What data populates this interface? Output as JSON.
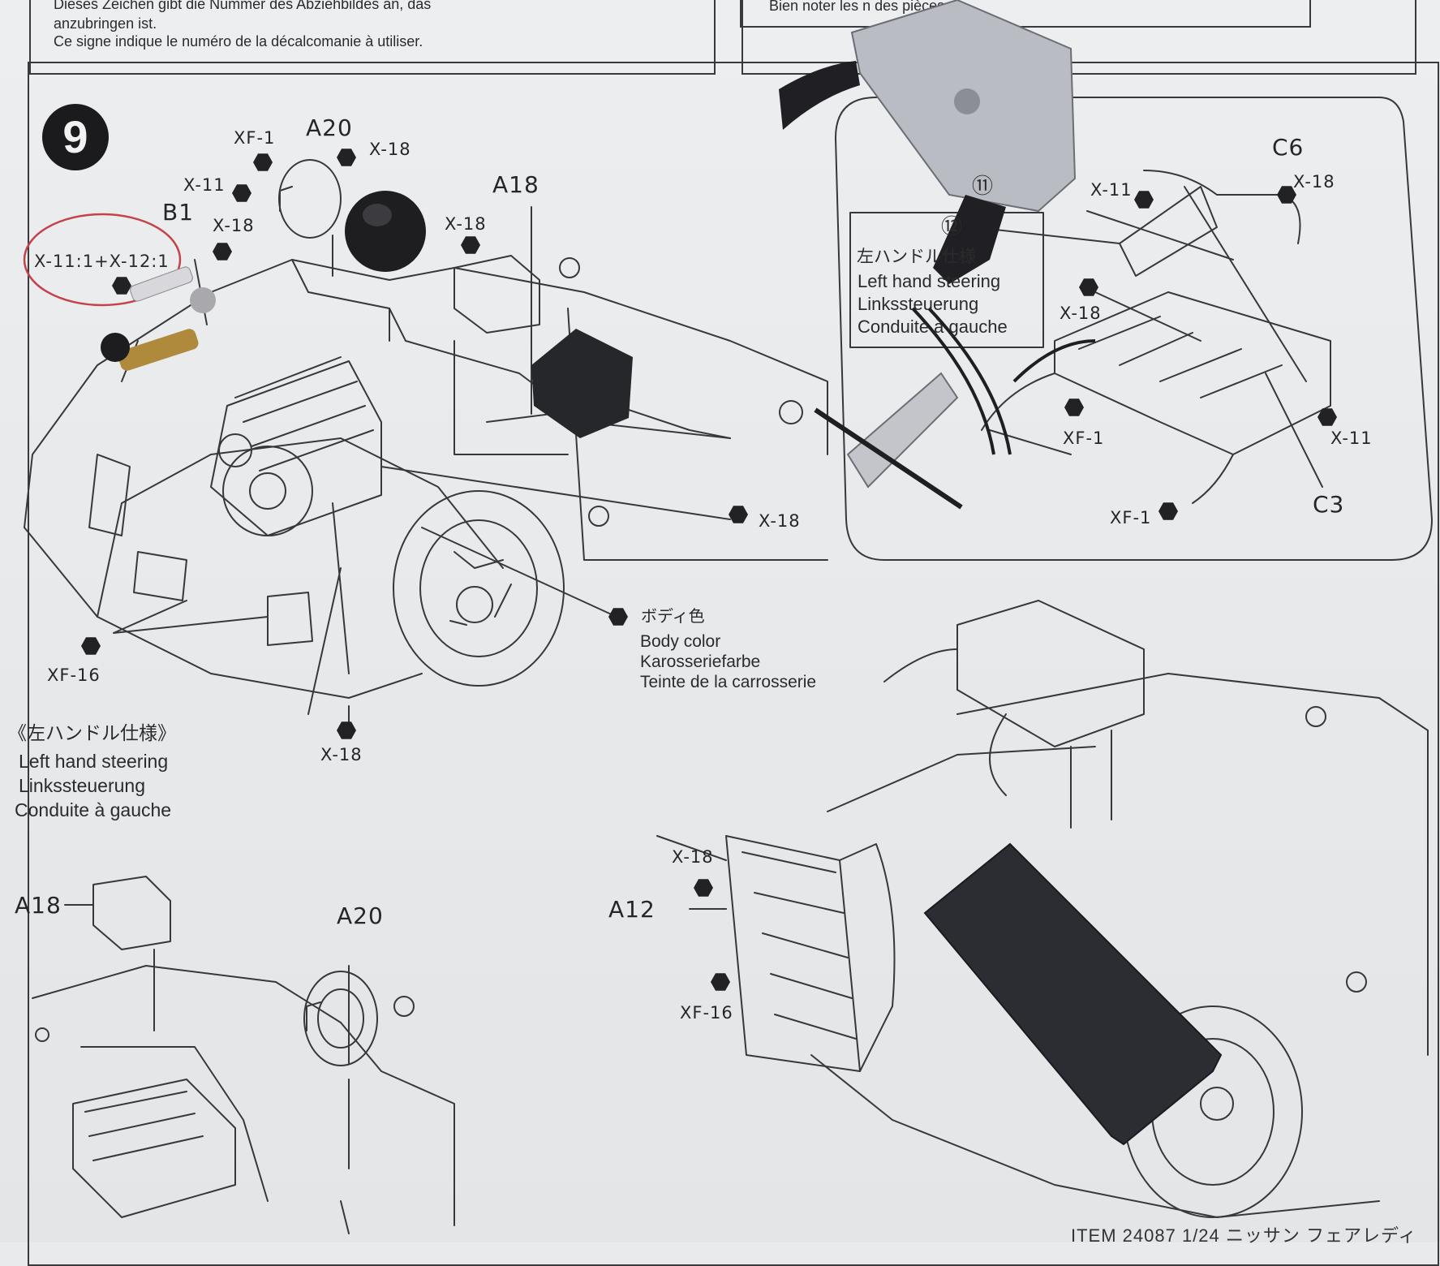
{
  "header": {
    "left_lines": [
      "Dieses Zeichen gibt die Nummer des Abziehbildes an, das",
      "anzubringen ist.",
      "Ce signe indique le numéro de la décalcomanie à utiliser."
    ],
    "right_line": "Bien noter les n   des pièces."
  },
  "step": {
    "number": "9",
    "handwritten_note": "X-11:1+X-12:1"
  },
  "main_labels": {
    "b1": "B1",
    "a20": "A20",
    "a18": "A18",
    "xf1_top": "XF-1",
    "x18_top": "X-18",
    "x11_left": "X-11",
    "x18_b1": "X-18",
    "x18_a18": "X-18",
    "x18_engine": "X-18",
    "xf16": "XF-16",
    "x18_bottom": "X-18"
  },
  "body_color": {
    "jp": "ボディ色",
    "en": "Body color",
    "de": "Karosseriefarbe",
    "fr": "Teinte de la carrosserie"
  },
  "lhs_main": {
    "jp": "《左ハンドル仕様》",
    "en": "Left hand steering",
    "de": "Linkssteuerung",
    "fr": "Conduite à gauche"
  },
  "inset": {
    "c6": "C6",
    "x11_a": "X-11",
    "x18_a": "X-18",
    "x18_b": "X-18",
    "xf1_a": "XF-1",
    "x11_b": "X-11",
    "xf1_b": "XF-1",
    "c3": "C3",
    "num_11": "⑪",
    "num_12": "⑫",
    "lhs_jp": "左ハンドル仕様",
    "lhs_en": "Left hand steering",
    "lhs_de": "Linkssteuerung",
    "lhs_fr": "Conduite à gauche"
  },
  "lower_left": {
    "a18": "A18",
    "a20": "A20"
  },
  "lower_right": {
    "x18": "X-18",
    "a12": "A12",
    "xf16": "XF-16"
  },
  "footer": {
    "text": "ITEM 24087 1/24 ニッサン フェアレディ"
  }
}
